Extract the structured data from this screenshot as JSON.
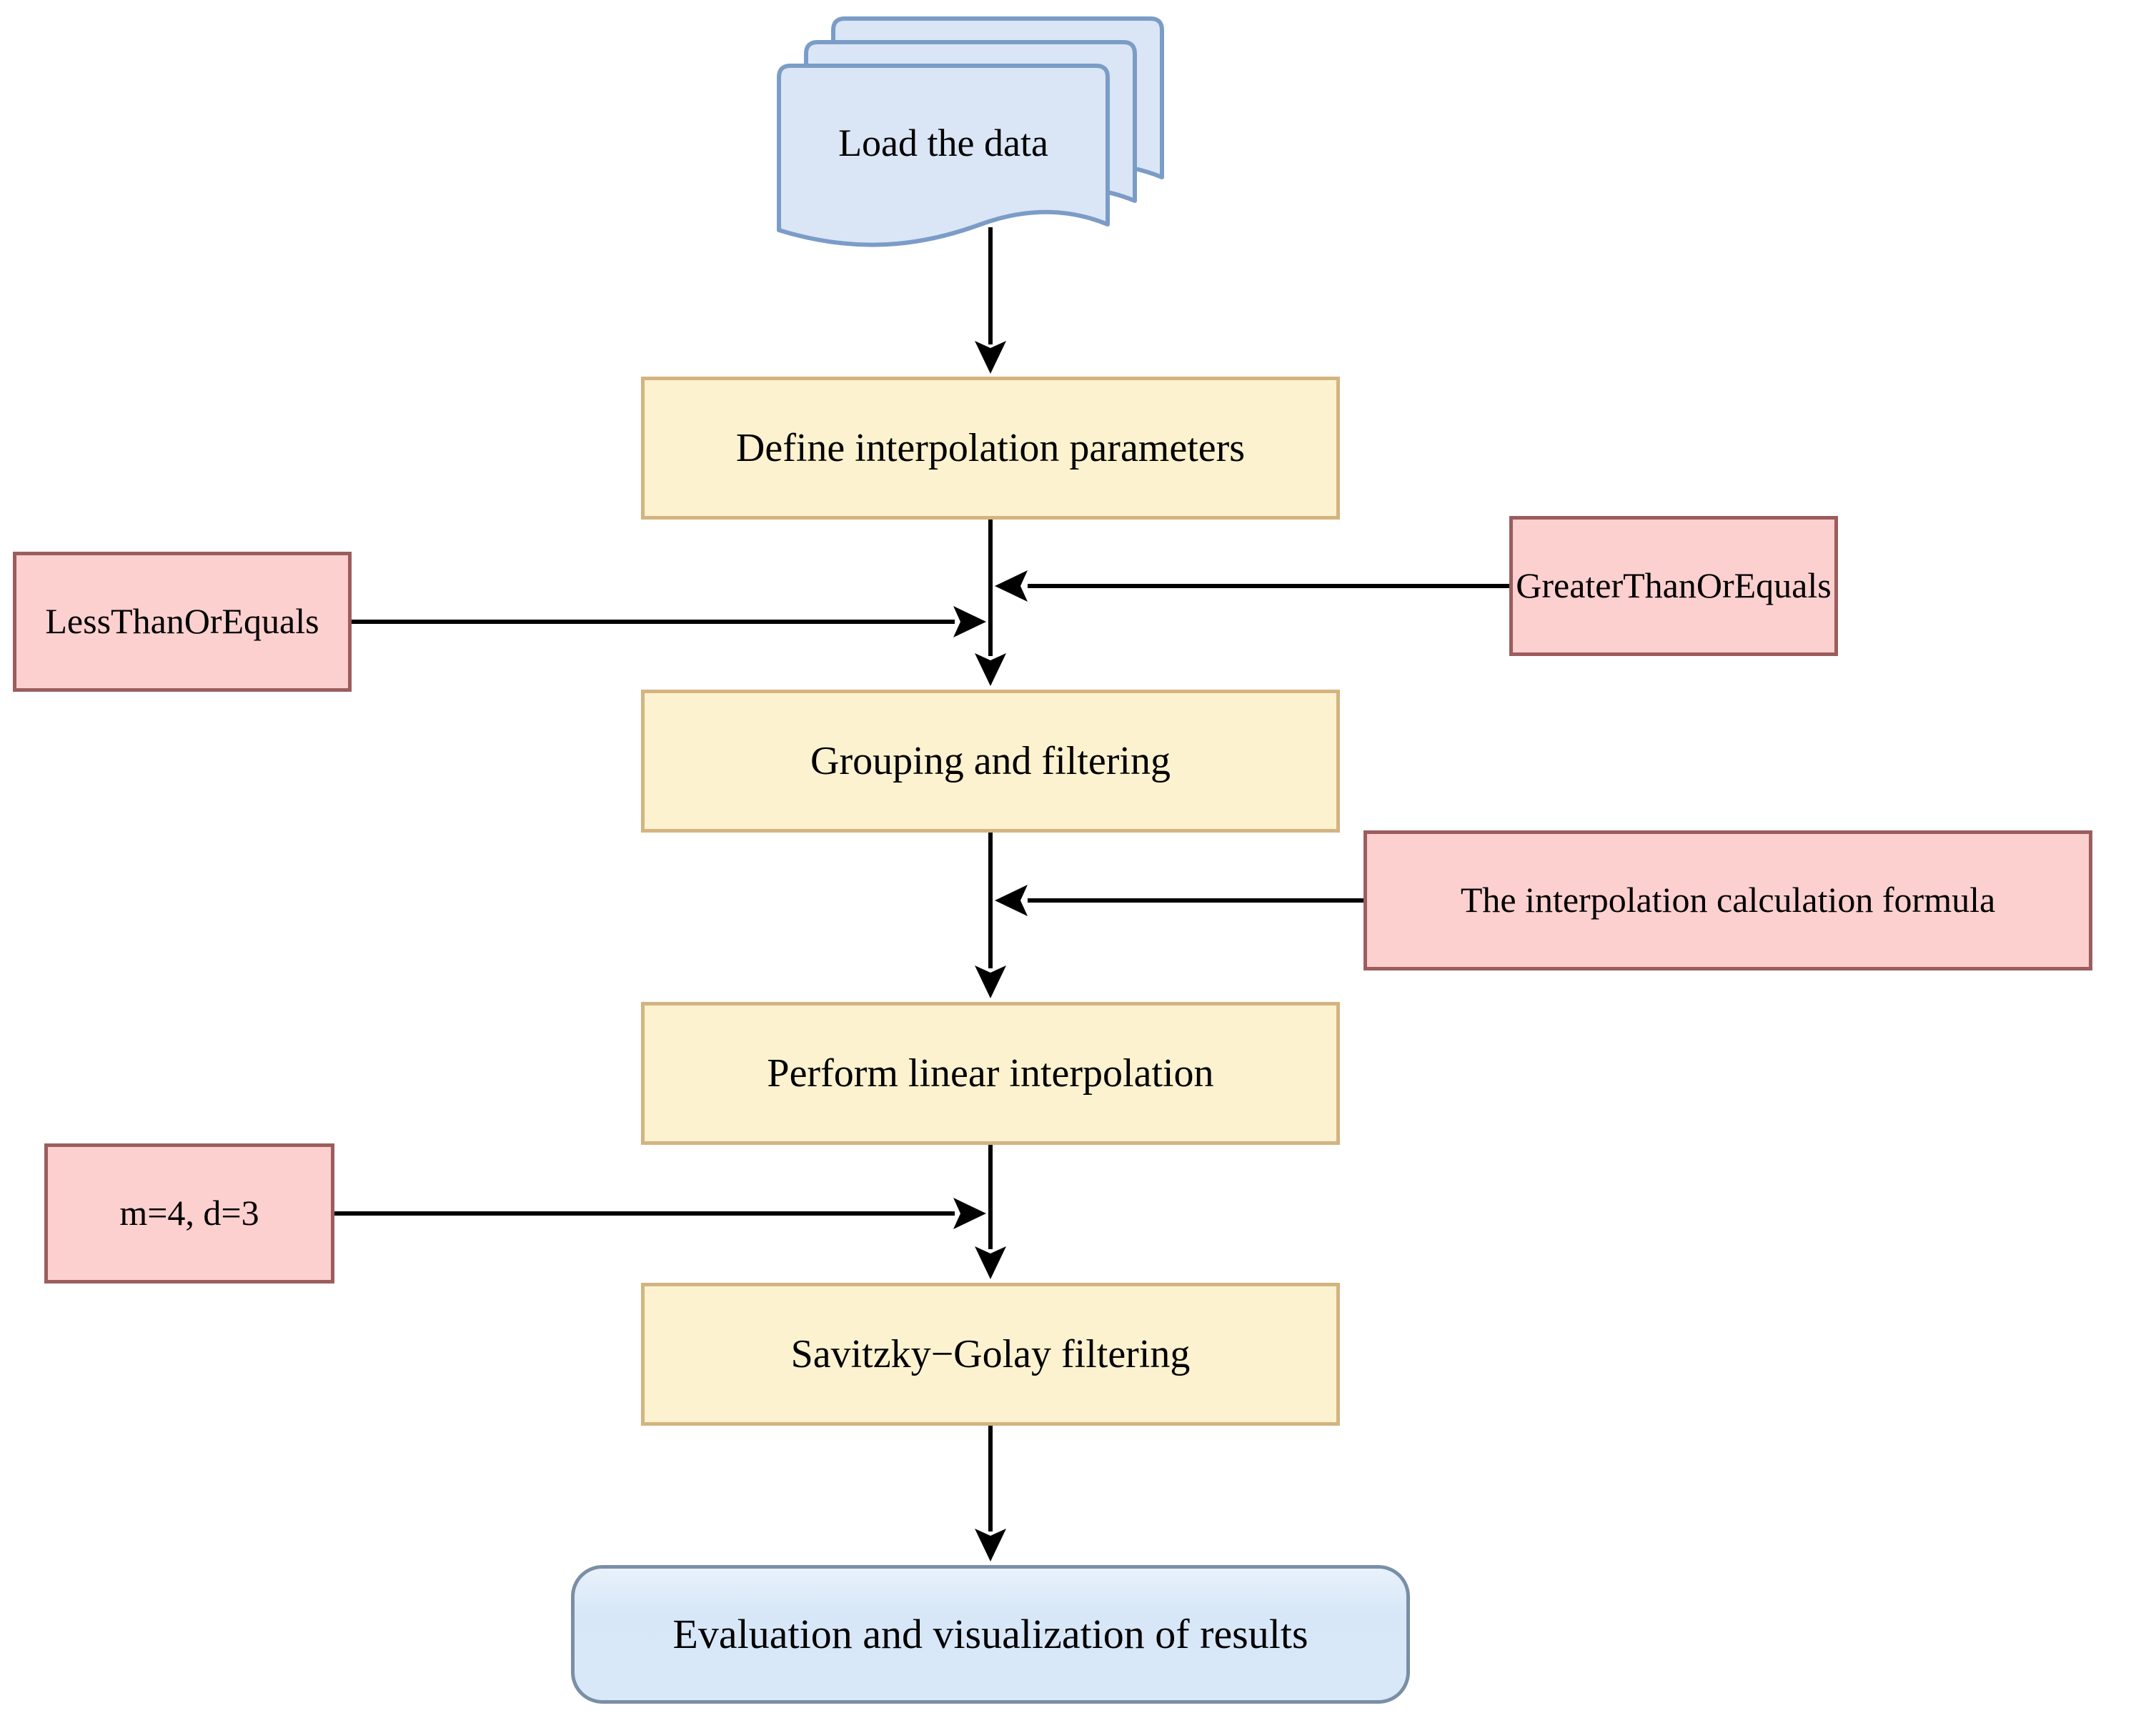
{
  "diagram": {
    "type": "flowchart",
    "background_color": "#ffffff",
    "arrow_color": "#000000",
    "nodes": {
      "load_data": {
        "label": "Load the data",
        "shape": "multi-document",
        "fill": "#dae6f5",
        "border": "#7b9cc7"
      },
      "define_params": {
        "label": "Define interpolation parameters",
        "shape": "process",
        "fill": "#fdf2cf",
        "border": "#d3b480"
      },
      "less_than_or_equals": {
        "label": "LessThanOrEquals",
        "shape": "parameter",
        "fill": "#fbd0cf",
        "border": "#9c5d5d"
      },
      "greater_than_or_equals": {
        "label": "GreaterThanOrEquals",
        "shape": "parameter",
        "fill": "#fbd0cf",
        "border": "#9c5d5d"
      },
      "grouping_filtering": {
        "label": "Grouping and filtering",
        "shape": "process",
        "fill": "#fdf2cf",
        "border": "#d3b480"
      },
      "interpolation_formula": {
        "label": "The interpolation calculation formula",
        "shape": "parameter",
        "fill": "#fbd0cf",
        "border": "#9c5d5d"
      },
      "perform_linear_interpolation": {
        "label": "Perform linear interpolation",
        "shape": "process",
        "fill": "#fdf2cf",
        "border": "#d3b480"
      },
      "sg_parameters": {
        "label": "m=4, d=3",
        "shape": "parameter",
        "fill": "#fbd0cf",
        "border": "#9c5d5d"
      },
      "savitzky_golay": {
        "label": "Savitzky−Golay filtering",
        "shape": "process",
        "fill": "#fdf2cf",
        "border": "#d3b480"
      },
      "evaluation": {
        "label": "Evaluation and visualization of results",
        "shape": "terminator",
        "fill": "#d9e8f8",
        "border": "#7a8fa6"
      }
    },
    "edges": [
      {
        "from": "load_data",
        "to": "define_params"
      },
      {
        "from": "define_params",
        "to": "grouping_filtering"
      },
      {
        "from": "less_than_or_equals",
        "to": "grouping_filtering"
      },
      {
        "from": "greater_than_or_equals",
        "to": "grouping_filtering"
      },
      {
        "from": "grouping_filtering",
        "to": "perform_linear_interpolation"
      },
      {
        "from": "interpolation_formula",
        "to": "perform_linear_interpolation"
      },
      {
        "from": "perform_linear_interpolation",
        "to": "savitzky_golay"
      },
      {
        "from": "sg_parameters",
        "to": "savitzky_golay"
      },
      {
        "from": "savitzky_golay",
        "to": "evaluation"
      }
    ]
  }
}
